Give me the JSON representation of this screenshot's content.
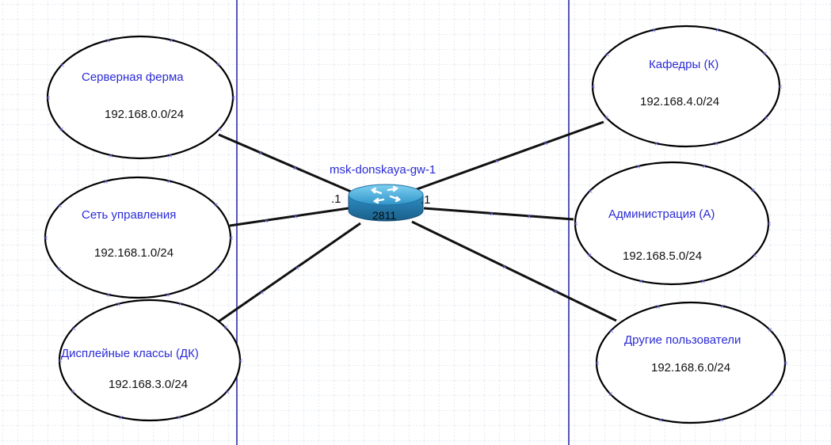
{
  "colors": {
    "background": "#ffffff",
    "grid_line": "#cfd8e6",
    "page_border": "#1e1ea0",
    "label_blue": "#2b2bd6",
    "router_body": "#3aa7d8",
    "router_rim": "#1f6fa0"
  },
  "router": {
    "hostname": "msk-donskaya-gw-1",
    "model": "2811",
    "icon": "router-icon",
    "port_left": ".1",
    "port_right": ".1"
  },
  "networks": [
    {
      "id": "server-farm",
      "name": "Серверная ферма",
      "subnet": "192.168.0.0/24"
    },
    {
      "id": "management",
      "name": "Сеть управления",
      "subnet": "192.168.1.0/24"
    },
    {
      "id": "display-classes",
      "name": "Дисплейные классы (ДК)",
      "subnet": "192.168.3.0/24"
    },
    {
      "id": "departments",
      "name": "Кафедры (К)",
      "subnet": "192.168.4.0/24"
    },
    {
      "id": "administration",
      "name": "Администрация (А)",
      "subnet": "192.168.5.0/24"
    },
    {
      "id": "other-users",
      "name": "Другие пользователи",
      "subnet": "192.168.6.0/24"
    }
  ]
}
